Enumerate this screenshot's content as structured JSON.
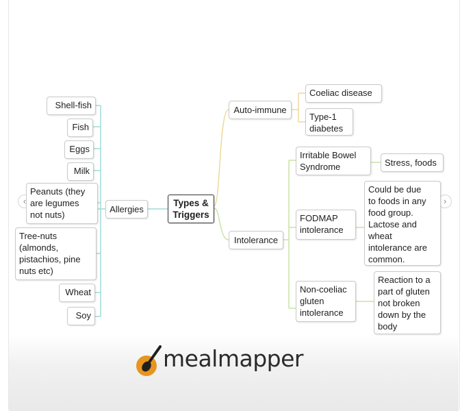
{
  "colors": {
    "allergy_branch": "#9edbd7",
    "autoimmune_branch": "#f0d79a",
    "intolerance_branch": "#c8e4a4",
    "root_border": "#333333",
    "logo_orange": "#e8951f"
  },
  "root": {
    "label": "Types &\nTriggers"
  },
  "allergies": {
    "label": "Allergies",
    "items": [
      "Shell-fish",
      "Fish",
      "Eggs",
      "Milk",
      "Peanuts (they\nare legumes\nnot nuts)",
      "Tree-nuts\n(almonds,\npistachios, pine\nnuts etc)",
      "Wheat",
      "Soy"
    ]
  },
  "autoimmune": {
    "label": "Auto-immune",
    "items": [
      "Coeliac disease",
      "Type-1\ndiabetes"
    ]
  },
  "intolerance": {
    "label": "Intolerance",
    "items": [
      {
        "label": "Irritable Bowel\nSyndrome",
        "detail": "Stress, foods"
      },
      {
        "label": "FODMAP\nintolerance",
        "detail": "Could be due\nto foods in any\nfood group.\nLactose and\nwheat\nintolerance are\ncommon."
      },
      {
        "label": "Non-coeliac\ngluten\nintolerance",
        "detail": "Reaction to a\npart of gluten\nnot broken\ndown by the\nbody"
      }
    ]
  },
  "nav": {
    "prev_icon": "chevron-left-icon",
    "next_icon": "chevron-right-icon"
  },
  "logo": {
    "text": "mealmapper",
    "icon": "spoon-logo-icon"
  }
}
